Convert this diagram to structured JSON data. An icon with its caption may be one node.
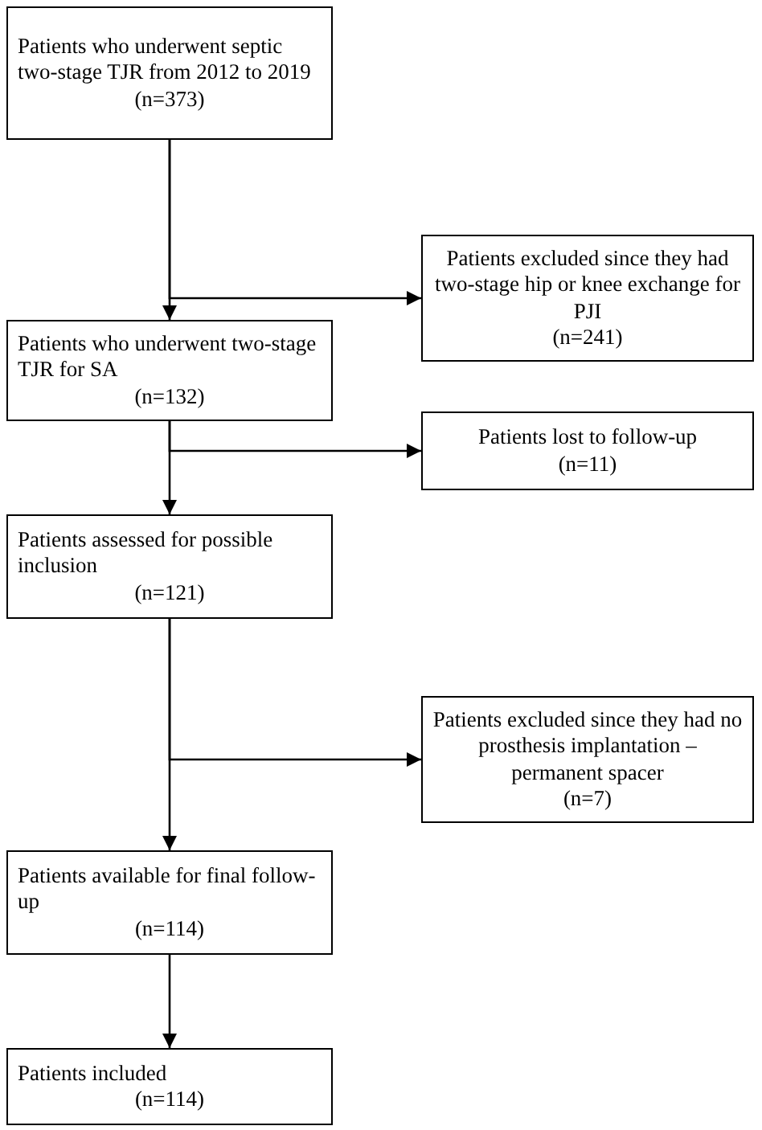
{
  "diagram": {
    "nodes": [
      {
        "text": [
          "Patients who underwent septic two-stage TJR from 2012 to 2019",
          "(n=373)"
        ]
      },
      {
        "text": [
          "Patients excluded since they had two-stage hip or knee exchange for PJI",
          "(n=241)"
        ]
      },
      {
        "text": [
          "Patients who underwent two-stage TJR for SA",
          "(n=132)"
        ]
      },
      {
        "text": [
          "Patients lost to follow-up",
          "(n=11)"
        ]
      },
      {
        "text": [
          "Patients assessed for possible inclusion",
          "(n=121)"
        ]
      },
      {
        "text": [
          "Patients excluded since they had no prosthesis implantation – permanent spacer",
          "(n=7)"
        ]
      },
      {
        "text": [
          "Patients available for final follow-up",
          "(n=114)"
        ]
      },
      {
        "text": [
          "Patients included",
          "(n=114)"
        ]
      }
    ],
    "edges": [
      {
        "from": 0,
        "to": 2,
        "arrow": "to"
      },
      {
        "from": 0,
        "to": 1,
        "arrow": "to"
      },
      {
        "from": 2,
        "to": 4,
        "arrow": "to"
      },
      {
        "from": 2,
        "to": 3,
        "arrow": "to"
      },
      {
        "from": 4,
        "to": 6,
        "arrow": "to"
      },
      {
        "from": 4,
        "to": 5,
        "arrow": "to"
      },
      {
        "from": 6,
        "to": 7,
        "arrow": "to"
      }
    ]
  }
}
